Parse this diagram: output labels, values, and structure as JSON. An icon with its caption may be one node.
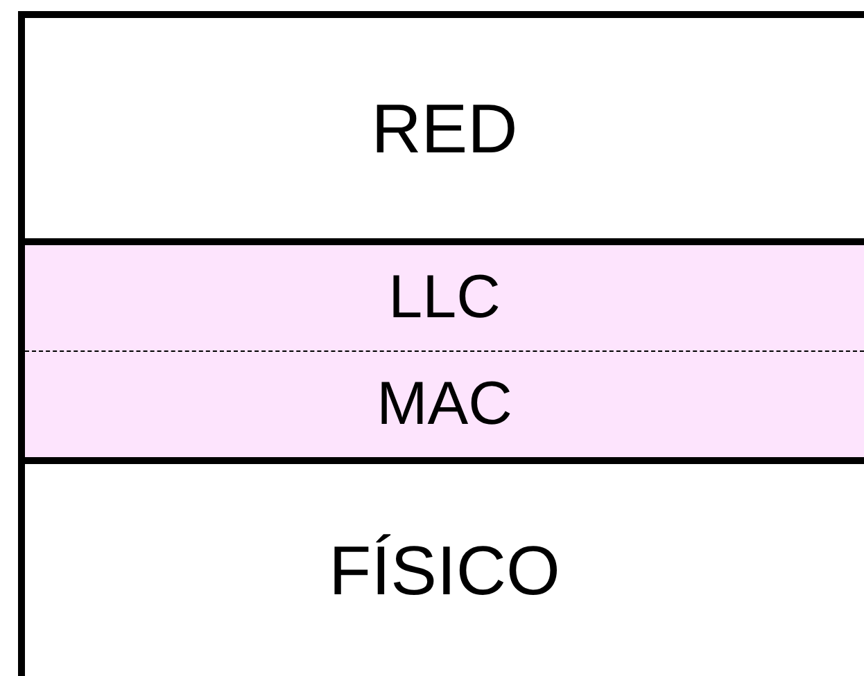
{
  "diagram": {
    "nodes": [
      {
        "text": [
          "RED"
        ]
      },
      {
        "text": [],
        "shape": "box"
      },
      {
        "text": [
          "LLC"
        ],
        "in": 1
      },
      {
        "text": [
          "MAC"
        ],
        "in": 1
      },
      {
        "text": [
          "FÍSICO"
        ]
      }
    ]
  }
}
